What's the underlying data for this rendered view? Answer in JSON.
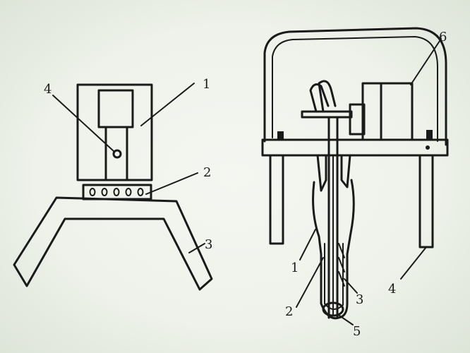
{
  "left_figure": {
    "labels": [
      "1",
      "2",
      "3",
      "4"
    ]
  },
  "right_figure": {
    "labels": [
      "6",
      "1",
      "2",
      "3",
      "4",
      "5"
    ]
  },
  "colors": {
    "ink": "#1a1a1a",
    "background": "#eef2ea"
  }
}
